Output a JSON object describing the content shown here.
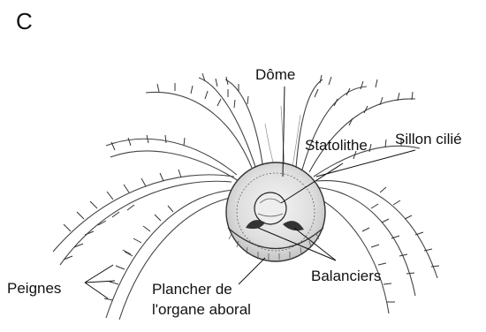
{
  "panel_letter": "C",
  "labels": {
    "dome": "Dôme",
    "statolith": "Statolithe",
    "ciliated_groove": "Sillon cilié",
    "combs": "Peignes",
    "balancers": "Balanciers",
    "floor_line1": "Plancher de",
    "floor_line2": "l'organe aboral"
  },
  "colors": {
    "ink": "#111111",
    "sketch": "#444444",
    "background": "#ffffff"
  }
}
